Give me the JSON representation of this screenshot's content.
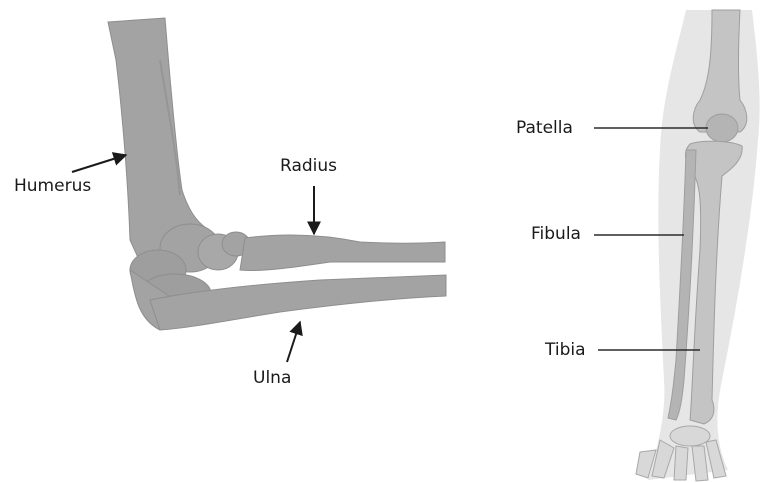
{
  "labels": {
    "humerus": "Humerus",
    "radius": "Radius",
    "ulna": "Ulna",
    "patella": "Patella",
    "fibula": "Fibula",
    "tibia": "Tibia"
  },
  "colors": {
    "bone_fill": "#a3a3a3",
    "bone_light": "#c4c4c4",
    "bone_edge": "#8e8e8e",
    "leg_silhouette": "#e6e6e6",
    "text": "#1a1a1a",
    "pointer": "#2b2b2b"
  }
}
